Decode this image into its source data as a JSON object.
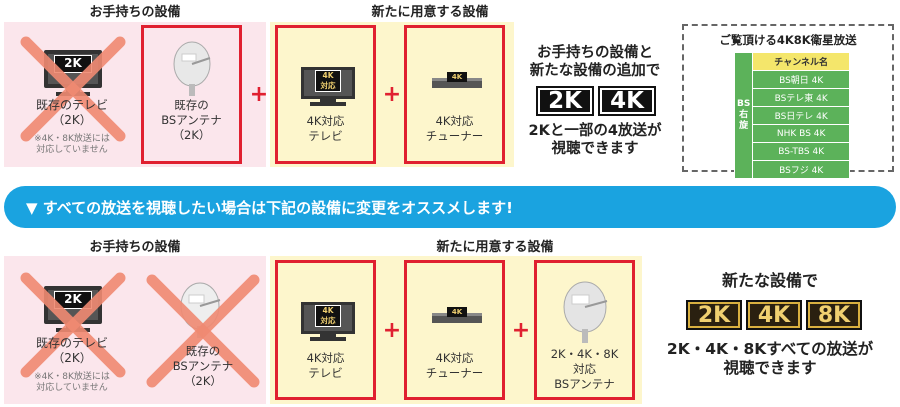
{
  "top": {
    "owned_header": "お手持ちの設備",
    "new_header": "新たに用意する設備",
    "owned_tv": {
      "label": "既存のテレビ\n（2K）",
      "note": "※4K・8K放送には\n対応していません",
      "icon_badge": "2K"
    },
    "owned_antenna": {
      "label": "既存の\nBSアンテナ\n（2K）"
    },
    "new_tv": {
      "label": "4K対応\nテレビ",
      "icon_badge": "4K\n対応"
    },
    "new_tuner": {
      "label": "4K対応\nチューナー",
      "icon_badge": "4K"
    },
    "plus": "+",
    "summary": {
      "line1": "お手持ちの設備と",
      "line2": "新たな設備の追加で",
      "badges": [
        "2K",
        "4K"
      ],
      "line3": "2Kと一部の4放送が",
      "line4": "視聴できます"
    },
    "channels": {
      "title": "ご覧頂ける4K8K衛星放送",
      "side_label": "BS\n右旋",
      "column_header": "チャンネル名",
      "rows": [
        "BS朝日 4K",
        "BSテレ東 4K",
        "BS日テレ 4K",
        "NHK BS 4K",
        "BS-TBS 4K",
        "BSフジ 4K"
      ]
    }
  },
  "banner": {
    "icon": "down-triangle-icon",
    "text": "▼ すべての放送を視聴したい場合は下記の設備に変更をオススメします!"
  },
  "bottom": {
    "owned_header": "お手持ちの設備",
    "new_header": "新たに用意する設備",
    "owned_tv": {
      "label": "既存のテレビ\n（2K）",
      "note": "※4K・8K放送には\n対応していません",
      "icon_badge": "2K"
    },
    "owned_antenna": {
      "label": "既存の\nBSアンテナ\n（2K）"
    },
    "new_tv": {
      "label": "4K対応\nテレビ",
      "icon_badge": "4K\n対応"
    },
    "new_tuner": {
      "label": "4K対応\nチューナー",
      "icon_badge": "4K"
    },
    "new_antenna": {
      "label": "2K・4K・8K\n対応\nBSアンテナ"
    },
    "plus": "+",
    "summary": {
      "line1": "新たな設備で",
      "badges": [
        "2K",
        "4K",
        "8K"
      ],
      "line2": "2K・4K・8Kすべての放送が",
      "line3": "視聴できます"
    }
  },
  "colors": {
    "accent_red": "#e02030",
    "banner_blue": "#1aa3e0",
    "pink_bg": "#fbe6ec",
    "yellow_bg": "#fdf6cc",
    "channel_green": "#5cb25a",
    "cross_orange": "#f08a72"
  }
}
